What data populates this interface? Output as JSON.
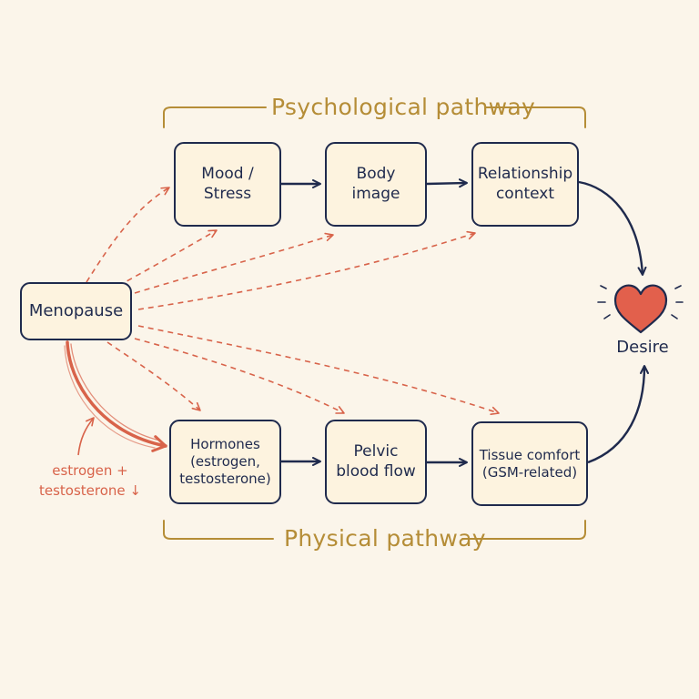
{
  "colors": {
    "background": "#fbf5ea",
    "box_fill": "#fdf3df",
    "ink": "#1f2a4d",
    "accent_red": "#d8634a",
    "gold": "#b58d37",
    "heart": "#e2604c"
  },
  "pathways": {
    "psychological_label": "Psychological pathway",
    "physical_label": "Physical pathway"
  },
  "nodes": {
    "menopause": "Menopause",
    "mood": [
      "Mood /",
      "Stress"
    ],
    "body": [
      "Body",
      "image"
    ],
    "relationship": [
      "Relationship",
      "context"
    ],
    "hormones": [
      "Hormones",
      "(estrogen,",
      "testosterone)"
    ],
    "pelvic": [
      "Pelvic",
      "blood flow"
    ],
    "tissue": [
      "Tissue comfort",
      "(GSM-related)"
    ]
  },
  "outcome": {
    "label": "Desire",
    "icon": "heart-icon"
  },
  "annotation": [
    "estrogen +",
    "testosterone ↓"
  ]
}
